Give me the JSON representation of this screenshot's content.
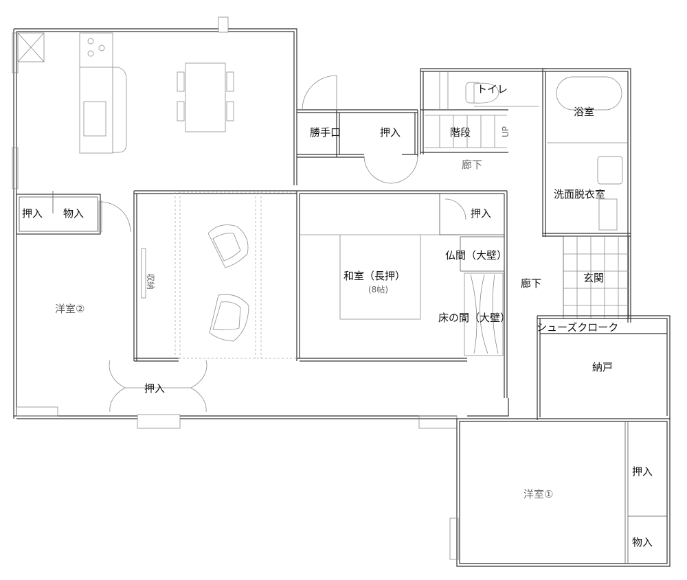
{
  "title": "間取り図",
  "rooms": {
    "katteguchi": "勝手口",
    "oshiire_upper": "押入",
    "kaidan": "階段",
    "up": "UP",
    "rouka_upper": "廊下",
    "toilet": "トイレ",
    "yokushitsu": "浴室",
    "senmen": "洗面脱衣室",
    "oshiire_left": "押入",
    "monoire_left": "物入",
    "oshiire_washitsu": "押入",
    "yoshitsu2": "洋室②",
    "shuno": "収納",
    "washitsu": "和室（長押）",
    "washitsu_size": "(8帖)",
    "butsuma": "仏間（大壁）",
    "genkan": "玄関",
    "rouka_mid": "廊下",
    "tokonoma": "床の間（大壁）",
    "shoes": "シューズクローク",
    "nando": "納戸",
    "oshiire_bottom": "押入",
    "yoshitsu1": "洋室①",
    "oshiire_right": "押入",
    "monoire_right": "物入"
  }
}
